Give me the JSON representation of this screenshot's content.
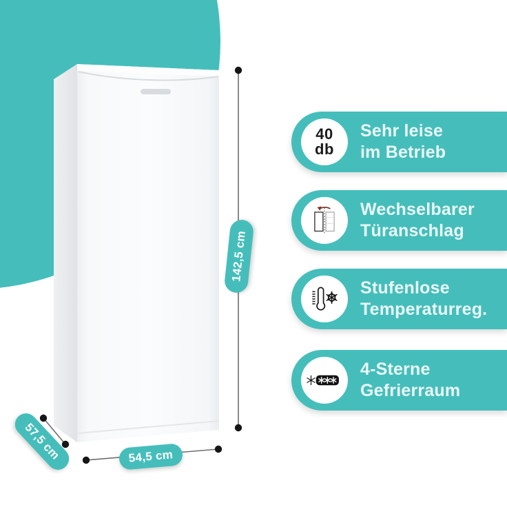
{
  "colors": {
    "accent": "#45BEBB",
    "pill_text": "#EAF8F7",
    "badge_text": "#1B1B1B",
    "dimension_line": "#6E6E6E",
    "dimension_dot": "#161616",
    "fridge_front": "#F8FAFB",
    "fridge_side": "#E7E9EC"
  },
  "dimensions": {
    "height": {
      "label": "142,5 cm"
    },
    "width": {
      "label": "54,5 cm"
    },
    "depth": {
      "label": "57,5 cm"
    }
  },
  "features": [
    {
      "name": "quiet-operation",
      "icon": "decibel-badge",
      "badge": {
        "line1": "40",
        "line2": "db"
      },
      "line1": "Sehr leise",
      "line2": "im Betrieb"
    },
    {
      "name": "reversible-door",
      "icon": "reversible-door-icon",
      "line1": "Wechselbarer",
      "line2": "Türanschlag"
    },
    {
      "name": "stepless-temperature",
      "icon": "thermometer-snowflake-icon",
      "line1": "Stufenlose",
      "line2": "Temperaturreg."
    },
    {
      "name": "four-star-freezer",
      "icon": "four-star-freezer-icon",
      "line1": "4-Sterne",
      "line2": "Gefrierraum"
    }
  ]
}
